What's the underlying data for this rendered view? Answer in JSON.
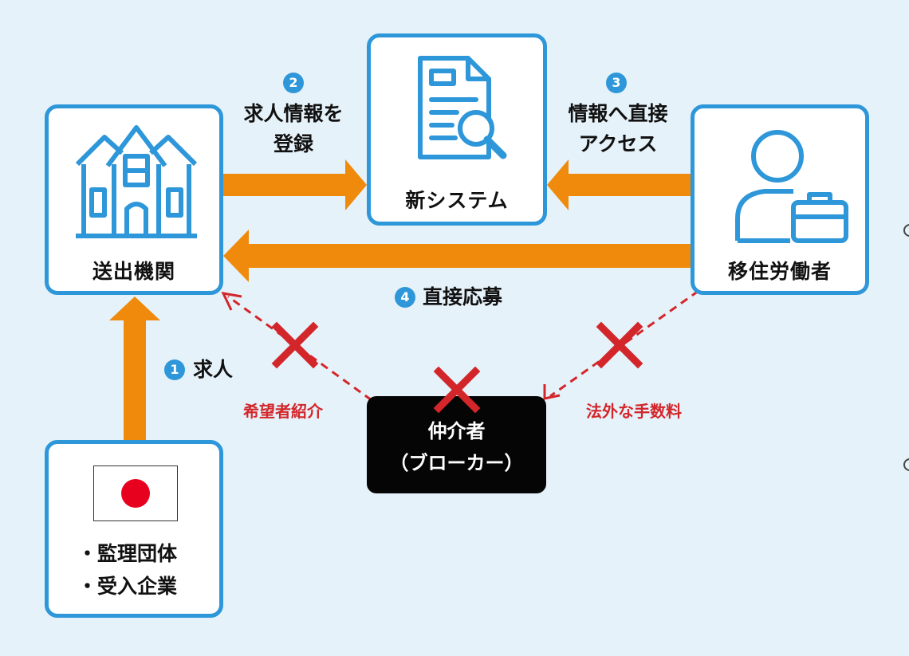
{
  "nodes": {
    "sending_org": "送出機関",
    "new_system": "新システム",
    "migrant_worker": "移住労働者",
    "broker_line1": "仲介者",
    "broker_line2": "（ブローカー）",
    "supervising_line1": "・監理団体",
    "supervising_line2": "・受入企業"
  },
  "steps": [
    {
      "number": "1",
      "label": "求人"
    },
    {
      "number": "2",
      "line1": "求人情報を",
      "line2": "登録"
    },
    {
      "number": "3",
      "line1": "情報へ直接",
      "line2": "アクセス"
    },
    {
      "number": "4",
      "label": "直接応募"
    }
  ],
  "notes": {
    "left": "希望者紹介",
    "right": "法外な手数料"
  },
  "colors": {
    "box_border": "#2e97d9",
    "arrow": "#f08a0c",
    "cross": "#d3262a",
    "background": "#e6f2f9"
  }
}
